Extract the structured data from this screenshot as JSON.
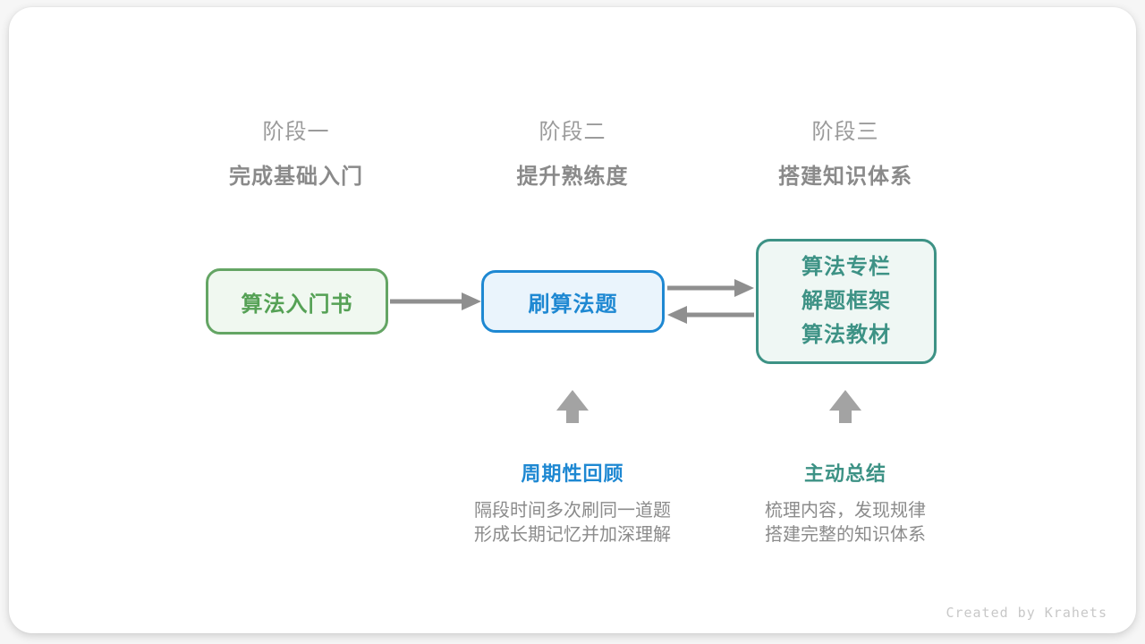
{
  "diagram": {
    "stages": [
      {
        "label": "阶段一",
        "subtitle": "完成基础入门"
      },
      {
        "label": "阶段二",
        "subtitle": "提升熟练度"
      },
      {
        "label": "阶段三",
        "subtitle": "搭建知识体系"
      }
    ],
    "nodes": [
      {
        "lines": [
          "算法入门书"
        ]
      },
      {
        "lines": [
          "刷算法题"
        ]
      },
      {
        "lines": [
          "算法专栏",
          "解题框架",
          "算法教材"
        ]
      }
    ],
    "edges": [
      {
        "from": "node-1",
        "to": "node-2",
        "direction": "right"
      },
      {
        "from": "node-2",
        "to": "node-3",
        "direction": "right"
      },
      {
        "from": "node-3",
        "to": "node-2",
        "direction": "left"
      },
      {
        "from": "annotation-1",
        "to": "node-2",
        "direction": "up"
      },
      {
        "from": "annotation-2",
        "to": "node-3",
        "direction": "up"
      }
    ],
    "annotations": [
      {
        "title": "周期性回顾",
        "desc": [
          "隔段时间多次刷同一道题",
          "形成长期记忆并加深理解"
        ]
      },
      {
        "title": "主动总结",
        "desc": [
          "梳理内容，发现规律",
          "搭建完整的知识体系"
        ]
      }
    ],
    "colors": {
      "green": "#55a155",
      "green_border": "#64a564",
      "green_bg": "#f0f8f0",
      "blue": "#1e88d2",
      "blue_bg": "#eaf4fc",
      "teal": "#3d9285",
      "teal_bg": "#eff7f4",
      "arrow_gray": "#8f8f8f",
      "up_arrow_gray": "#a3a3a3",
      "heading_gray": "#9b9b9b",
      "subtitle_gray": "#8a8a8a",
      "desc_gray": "#8b8b8b",
      "credit_gray": "#c8c8c8"
    },
    "credit": "Created by Krahets"
  }
}
